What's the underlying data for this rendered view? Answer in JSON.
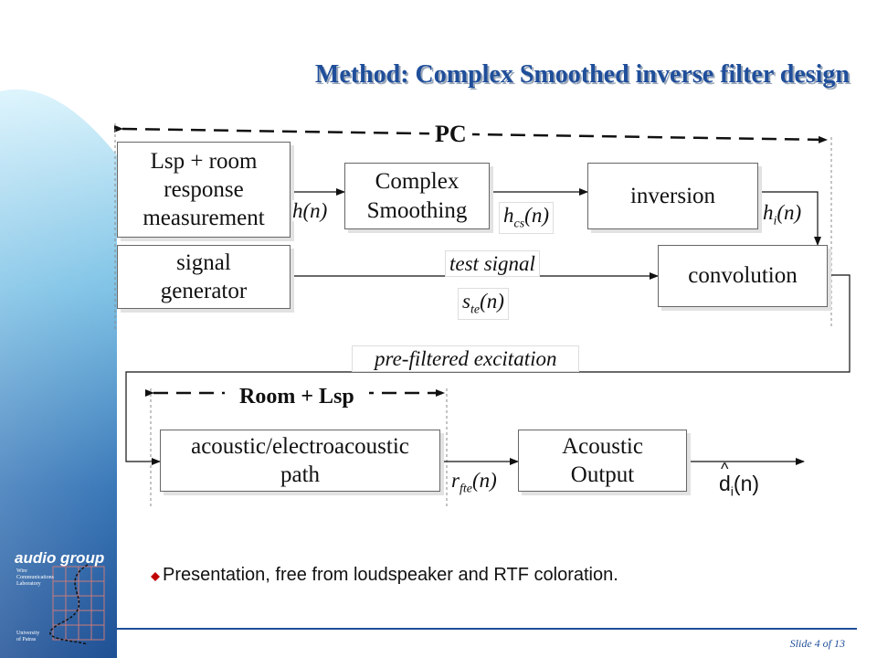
{
  "slide_title": "Method: Complex Smoothed inverse filter design",
  "diagram": {
    "pc_label": "PC",
    "room_lsp_label": "Room + Lsp",
    "boxes": {
      "measurement": [
        "Lsp + room",
        "response",
        "measurement"
      ],
      "smoothing": [
        "Complex",
        "Smoothing"
      ],
      "inversion": "inversion",
      "signal_generator": [
        "signal",
        "generator"
      ],
      "convolution": "convolution",
      "acoustic_path": [
        "acoustic/electroacoustic",
        "path"
      ],
      "acoustic_output": [
        "Acoustic",
        "Output"
      ]
    },
    "labels": {
      "h_n": "h(n)",
      "hcs": {
        "base": "h",
        "sub": "cs",
        "arg": "(n)"
      },
      "hi": {
        "base": "h",
        "sub": "i",
        "arg": "(n)"
      },
      "test_signal": "test signal",
      "ste": {
        "base": "s",
        "sub": "te",
        "arg": "(n)"
      },
      "prefiltered": "pre-filtered excitation",
      "rfte": {
        "base": "r",
        "sub": "fte",
        "arg": "(n)"
      },
      "di_hat": {
        "base": "d",
        "sub": "i",
        "arg": "(n)"
      }
    }
  },
  "bullet": "Presentation, free from loudspeaker and RTF coloration.",
  "footer": "Slide 4 of 13",
  "logo": {
    "title": "audio group",
    "lab": [
      "Wire",
      "Communications",
      "Laboratory"
    ],
    "university": [
      "University",
      "of Patras"
    ]
  },
  "colors": {
    "title": "#1f4e9a",
    "sidebar_top": "#d6f1fb",
    "sidebar_bottom": "#1d4f94",
    "bullet": "#c00000"
  }
}
